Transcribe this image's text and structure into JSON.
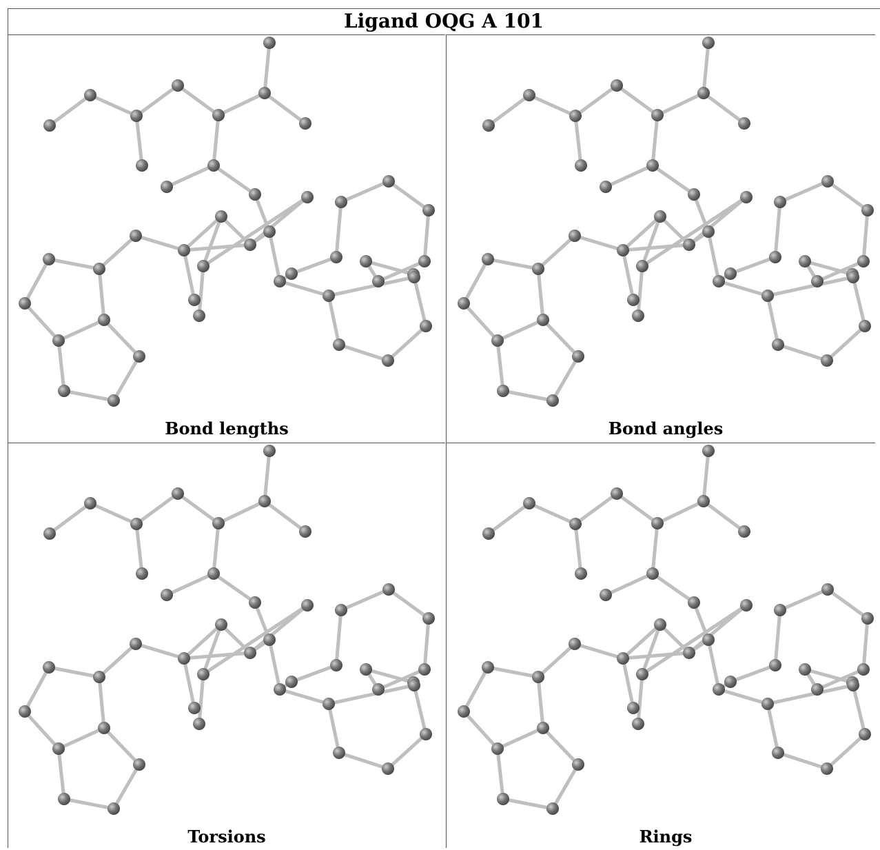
{
  "title": "Ligand OQG A 101",
  "panels": [
    {
      "caption": "Bond lengths"
    },
    {
      "caption": "Bond angles"
    },
    {
      "caption": "Torsions"
    },
    {
      "caption": "Rings"
    }
  ],
  "colors": {
    "bond": "#bfbfbf",
    "atom": "#777777",
    "border": "#555555"
  }
}
